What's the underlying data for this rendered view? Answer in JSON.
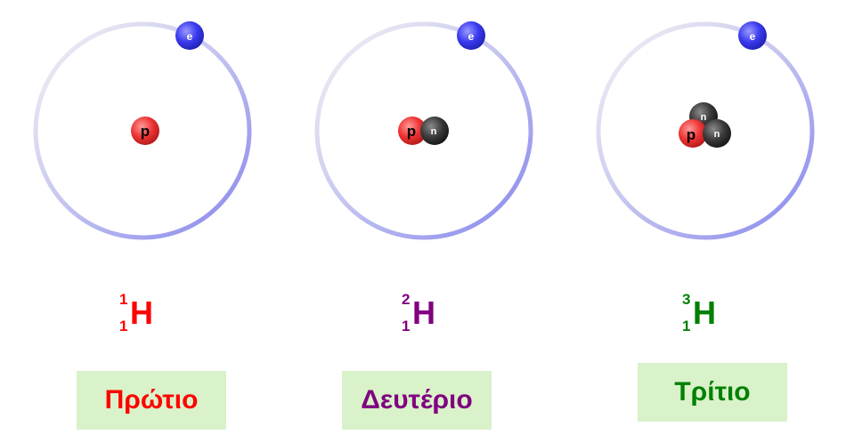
{
  "diagram": {
    "isotopes": [
      {
        "electron": "e",
        "protons": [
          "p"
        ],
        "neutrons": [],
        "mass_number": "1",
        "atomic_number": "1",
        "symbol": "H",
        "name": "Πρώτιο",
        "color": "#ff0000"
      },
      {
        "electron": "e",
        "protons": [
          "p"
        ],
        "neutrons": [
          "n"
        ],
        "mass_number": "2",
        "atomic_number": "1",
        "symbol": "H",
        "name": "Δευτέριο",
        "color": "#800080"
      },
      {
        "electron": "e",
        "protons": [
          "p"
        ],
        "neutrons": [
          "n",
          "n"
        ],
        "mass_number": "3",
        "atomic_number": "1",
        "symbol": "H",
        "name": "Τρίτιο",
        "color": "#008000"
      }
    ],
    "colors": {
      "orbit": "#8080f0",
      "electron": "#3333ee",
      "proton": "#ee3333",
      "neutron": "#333333",
      "name_box_background": "#d9f2c9"
    }
  }
}
